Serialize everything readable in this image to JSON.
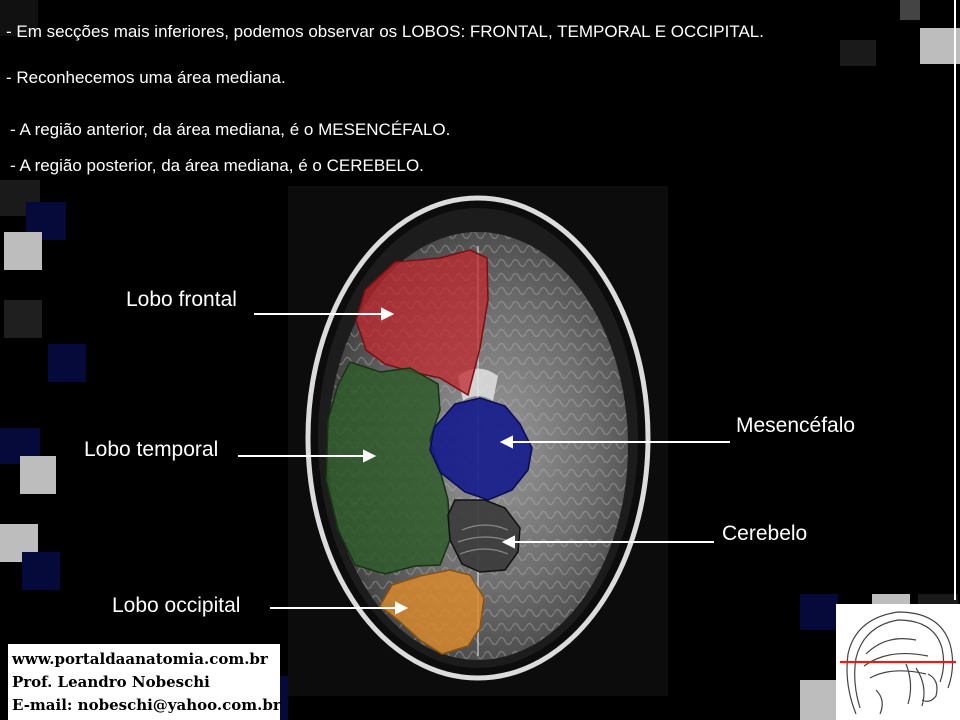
{
  "bullets": [
    "- Em secções mais inferiores, podemos observar os LOBOS: FRONTAL, TEMPORAL E OCCIPITAL.",
    "- Reconhecemos uma área mediana.",
    "- A região anterior, da área mediana, é o MESENCÉFALO.",
    "- A região posterior, da área mediana, é o CEREBELO."
  ],
  "labels": {
    "frontal": "Lobo frontal",
    "temporal": "Lobo temporal",
    "occipital": "Lobo occipital",
    "mesencefalo": "Mesencéfalo",
    "cerebelo": "Cerebelo"
  },
  "credits": {
    "site": "www.portaldaanatomia.com.br",
    "author": "Prof. Leandro Nobeschi",
    "email": "E-mail: nobeschi@yahoo.com.br"
  },
  "colors": {
    "frontal": "#c0282d",
    "temporal": "#2f5a2a",
    "occipital": "#d98a2e",
    "mesencefalo": "#141a8c",
    "cerebelo": "#3a3a3a",
    "background": "#000000"
  }
}
